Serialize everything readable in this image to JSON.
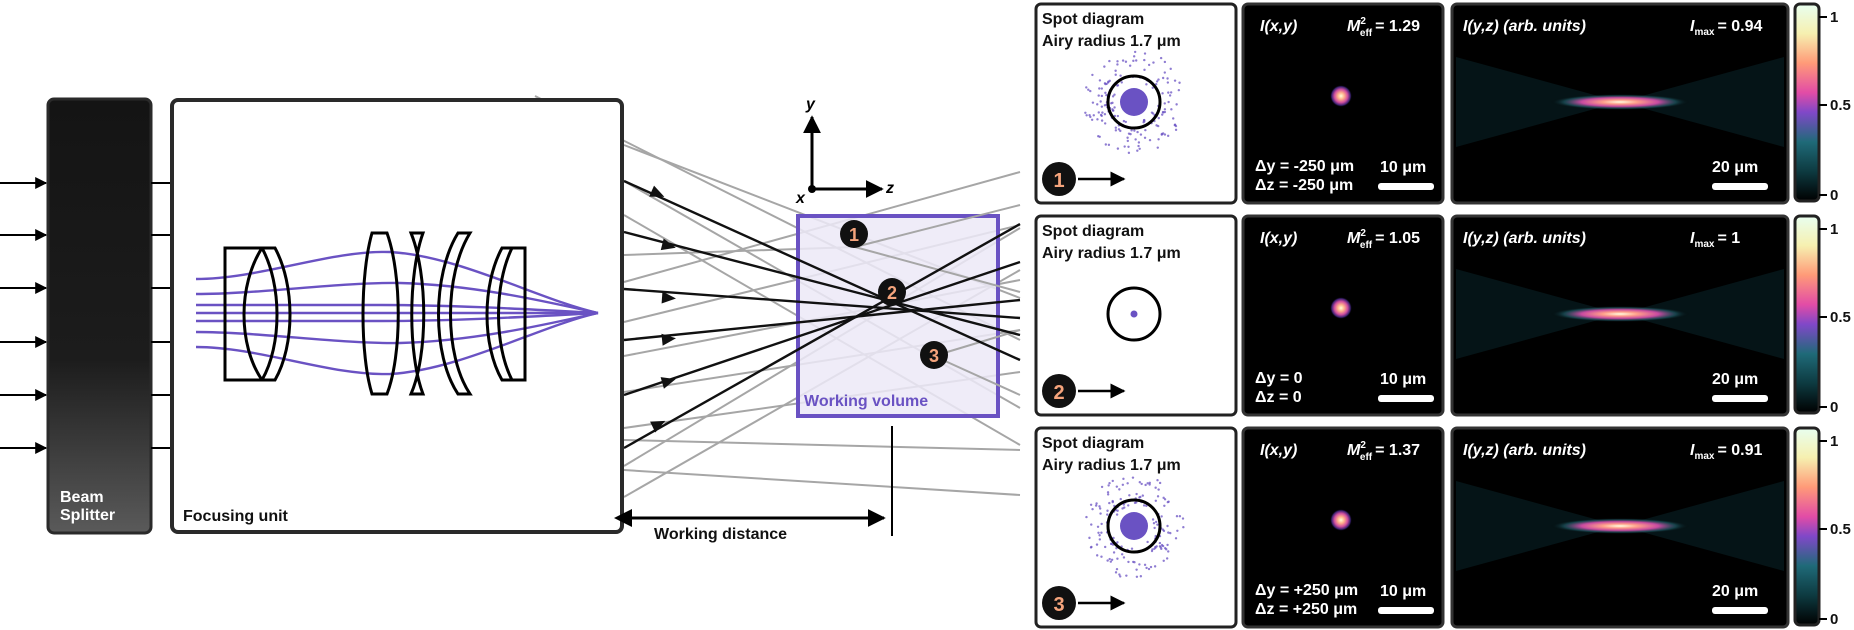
{
  "optical_setup": {
    "beam_splitter_label": [
      "Beam",
      "Splitter"
    ],
    "focusing_unit_label": "Focusing unit",
    "working_distance_label": "Working distance",
    "working_volume_label": "Working volume",
    "axes": {
      "y": "y",
      "z": "z",
      "x": "x"
    },
    "focal_points": [
      "1",
      "2",
      "3"
    ]
  },
  "panels": {
    "spot_title": "Spot diagram",
    "airy_label": "Airy radius 1.7 μm",
    "ixy_label": "I(x,y)",
    "iyz_label": "I(y,z) (arb. units)",
    "m2_prefix": "M",
    "m2_sup": "2",
    "m2_sub": "eff",
    "imax_prefix": "I",
    "imax_sub": "max",
    "scale_xy": "10 μm",
    "scale_yz": "20 μm",
    "rows": [
      {
        "index": "1",
        "m2": "= 1.29",
        "imax": "= 0.94",
        "dy": "Δy = -250 μm",
        "dz": "Δz = -250 μm",
        "spot_scatter": "wide"
      },
      {
        "index": "2",
        "m2": "= 1.05",
        "imax": "= 1",
        "dy": "Δy = 0",
        "dz": "Δz = 0",
        "spot_scatter": "none"
      },
      {
        "index": "3",
        "m2": "= 1.37",
        "imax": "= 0.91",
        "dy": "Δy = +250 μm",
        "dz": "Δz = +250 μm",
        "spot_scatter": "wide"
      }
    ]
  },
  "colorbar_ticks": [
    "1",
    "0.5",
    "0"
  ],
  "colors": {
    "accent_purple": "#6a52c3",
    "badge_number": "#f5a47c",
    "panel_bg": "#000000",
    "working_volume_fill": "#ece9f7"
  }
}
